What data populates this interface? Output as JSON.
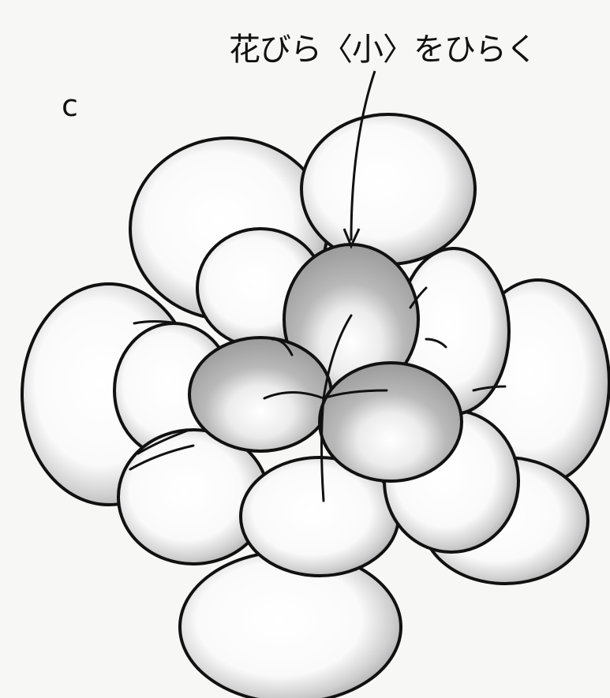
{
  "diagram": {
    "step": "c",
    "instruction": "花びら〈小〉をひらく"
  },
  "colors": {
    "background": "#f7f7f5",
    "outline": "#111111",
    "petal_fill": "#ffffff",
    "petal_shade": "#bdbdbd",
    "inner_petal_shade": "#a9a9a9"
  },
  "icons": {
    "pointer": "arrow-line",
    "flower": "paper-flower"
  }
}
